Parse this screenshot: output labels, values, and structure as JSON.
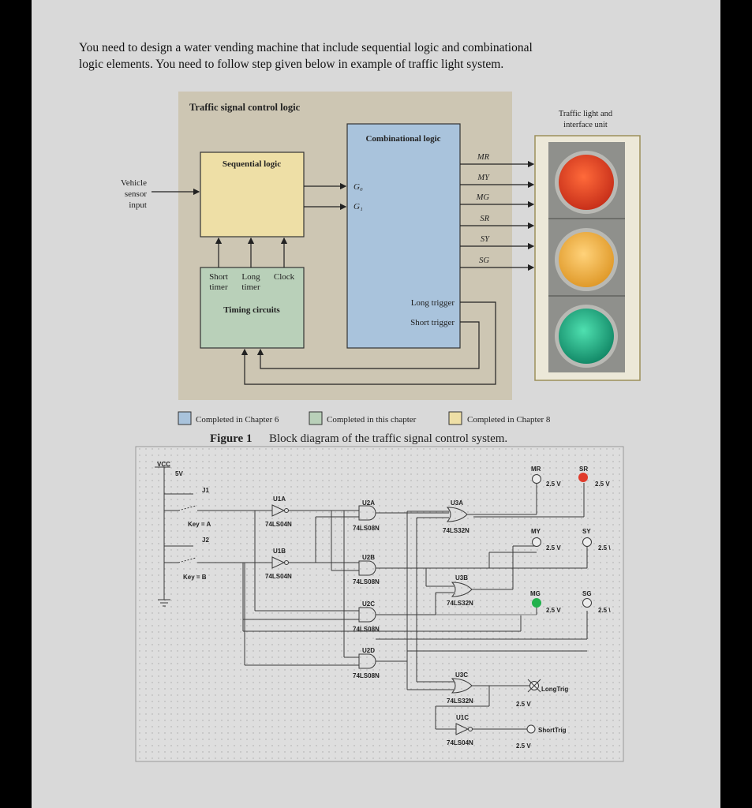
{
  "intro": {
    "line1": "You need to design a water vending machine that include sequential logic and combinational",
    "line2": "logic elements. You need to follow step given below in example of traffic light system."
  },
  "figure1": {
    "title": "Traffic signal control logic",
    "light_unit_line1": "Traffic light and",
    "light_unit_line2": "interface unit",
    "combinational": "Combinational logic",
    "sequential": "Sequential logic",
    "vehicle_line1": "Vehicle",
    "vehicle_line2": "sensor",
    "vehicle_line3": "input",
    "g0": "G₀",
    "g1": "G₁",
    "outputs": [
      "MR",
      "MY",
      "MG",
      "SR",
      "SY",
      "SG"
    ],
    "short_timer_1": "Short",
    "short_timer_2": "timer",
    "long_timer_1": "Long",
    "long_timer_2": "timer",
    "clock": "Clock",
    "timing": "Timing circuits",
    "long_trigger": "Long trigger",
    "short_trigger": "Short trigger",
    "legend": [
      "Completed in Chapter 6",
      "Completed in this chapter",
      "Completed in Chapter 8"
    ],
    "legend_colors": [
      "#a9c3dc",
      "#b9d0b9",
      "#eedfa6"
    ],
    "caption_label": "Figure 1",
    "caption_text": "Block diagram of the traffic signal control system."
  },
  "figure2": {
    "vcc": "VCC",
    "v5": "5V",
    "j1": "J1",
    "j2": "J2",
    "key_a": "Key = A",
    "key_b": "Key = B",
    "gates": [
      {
        "name": "U1A",
        "part": "74LS04N"
      },
      {
        "name": "U1B",
        "part": "74LS04N"
      },
      {
        "name": "U2A",
        "part": "74LS08N"
      },
      {
        "name": "U2B",
        "part": "74LS08N"
      },
      {
        "name": "U2C",
        "part": "74LS08N"
      },
      {
        "name": "U2D",
        "part": "74LS08N"
      },
      {
        "name": "U3A",
        "part": "74LS32N"
      },
      {
        "name": "U3B",
        "part": "74LS32N"
      },
      {
        "name": "U3C",
        "part": "74LS32N"
      },
      {
        "name": "U1C",
        "part": "74LS04N"
      }
    ],
    "probes": [
      {
        "name": "MR",
        "v": "2.5 V"
      },
      {
        "name": "SR",
        "v": "2.5 V"
      },
      {
        "name": "MY",
        "v": "2.5 V"
      },
      {
        "name": "SY",
        "v": "2.5 \\"
      },
      {
        "name": "MG",
        "v": "2.5 V"
      },
      {
        "name": "SG",
        "v": "2.5 \\"
      }
    ],
    "long_trig": "LongTrig",
    "short_trig": "ShortTrig",
    "trig_v1": "2.5 V",
    "trig_v2": "2.5 V"
  }
}
